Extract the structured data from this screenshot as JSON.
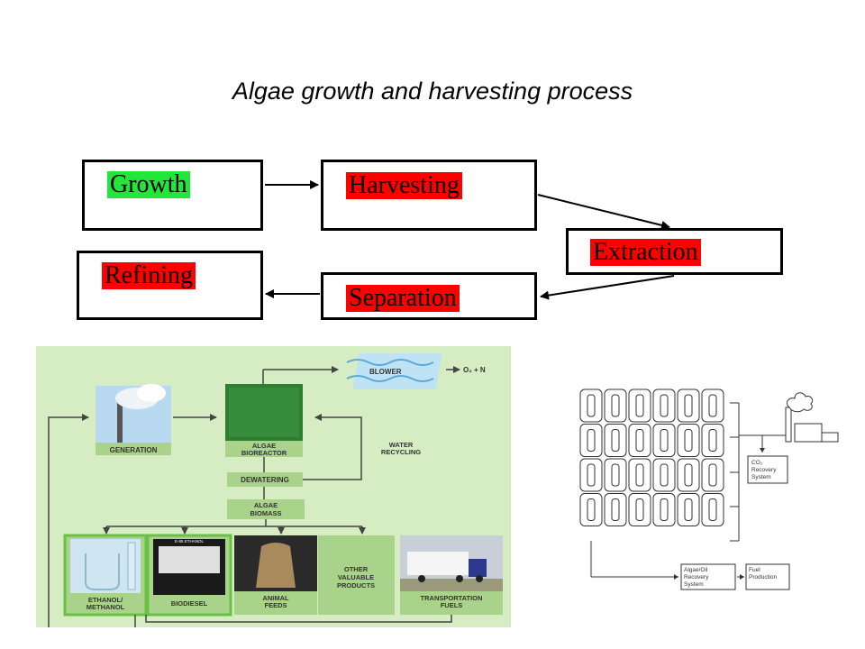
{
  "title": "Algae growth and harvesting process",
  "flow": {
    "steps": [
      {
        "label": "Growth",
        "color": "#22e63a"
      },
      {
        "label": "Harvesting",
        "color": "#ff0000"
      },
      {
        "label": "Extraction",
        "color": "#ff0000"
      },
      {
        "label": "Separation",
        "color": "#ff0000"
      },
      {
        "label": "Refining",
        "color": "#ff0000"
      }
    ]
  },
  "process_diagram": {
    "generation": "GENERATION",
    "bioreactor": [
      "ALGAE",
      "BIOREACTOR"
    ],
    "blower": "BLOWER",
    "o2n": "O₂ + N",
    "water_recycling": [
      "WATER",
      "RECYCLING"
    ],
    "dewatering": "DEWATERING",
    "biomass": [
      "ALGAE",
      "BIOMASS"
    ],
    "products": [
      [
        "ETHANOL/",
        "METHANOL"
      ],
      [
        "BIODIESEL"
      ],
      [
        "ANIMAL",
        "FEEDS"
      ],
      [
        "OTHER",
        "VALUABLE",
        "PRODUCTS"
      ],
      [
        "TRANSPORTATION",
        "FUELS"
      ]
    ],
    "pump_sign": "E-85 ETHANOL",
    "bg_color": "#d6ecc2",
    "label_color": "#a9d28a"
  },
  "schematic": {
    "co2": [
      "CO₂",
      "Recovery",
      "System"
    ],
    "oil": [
      "Algae/Oil",
      "Recovery",
      "System"
    ],
    "fuel": [
      "Fuel",
      "Production"
    ]
  }
}
